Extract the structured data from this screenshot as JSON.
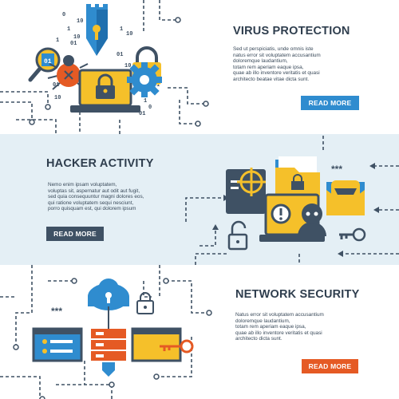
{
  "banners": [
    {
      "title": "VIRUS PROTECTION",
      "body": [
        "Sed ut perspiciatis, unde omnis iste",
        "natus error sit voluptatem accusantium",
        "doloremque laudantium,",
        "totam rem aperiam eaque ipsa,",
        "quae ab illo inventore veritatis et quasi",
        "architecto beatae vitae dicta sunt."
      ],
      "button": "READ MORE",
      "button_color": "#2f8ccf",
      "icons": [
        "shield-keyhole-icon",
        "magnifier-icon",
        "virus-bug-icon",
        "laptop-lock-icon",
        "padlock-icon",
        "gear-icon",
        "binary-code-icon",
        "circuit-lines-icon"
      ]
    },
    {
      "title": "HACKER ACTIVITY",
      "body": [
        "Nemo enim ipsam voluptatem,",
        "voluptas sit, aspernatur aut odit aut fugit,",
        "sed quia consequuntur magni dolores eos,",
        "qui ratione voluptatem sequi nesciunt,",
        "porro quisquam est, qui dolorem ipsum"
      ],
      "button": "READ MORE",
      "button_color": "#3f5164",
      "password_mask": "***",
      "icons": [
        "target-window-icon",
        "locked-folder-icon",
        "laptop-warning-icon",
        "hacker-icon",
        "masked-envelope-icon",
        "open-padlock-icon",
        "key-icon",
        "arrow-lines-icon"
      ]
    },
    {
      "title": "NETWORK SECURITY",
      "body": [
        "Natus error sit voluptatem accusantium",
        "doloremque laudantium,",
        "totam rem aperiam eaque ipsa,",
        "quae ab illo inventore veritatis et quasi",
        "architecto dicta sunt."
      ],
      "button": "READ MORE",
      "button_color": "#e55a24",
      "password_mask": "***",
      "icons": [
        "cloud-lock-icon",
        "browser-window-icon",
        "server-icon",
        "folder-key-icon",
        "padlock-icon",
        "shield-icon",
        "network-lines-icon"
      ]
    }
  ]
}
